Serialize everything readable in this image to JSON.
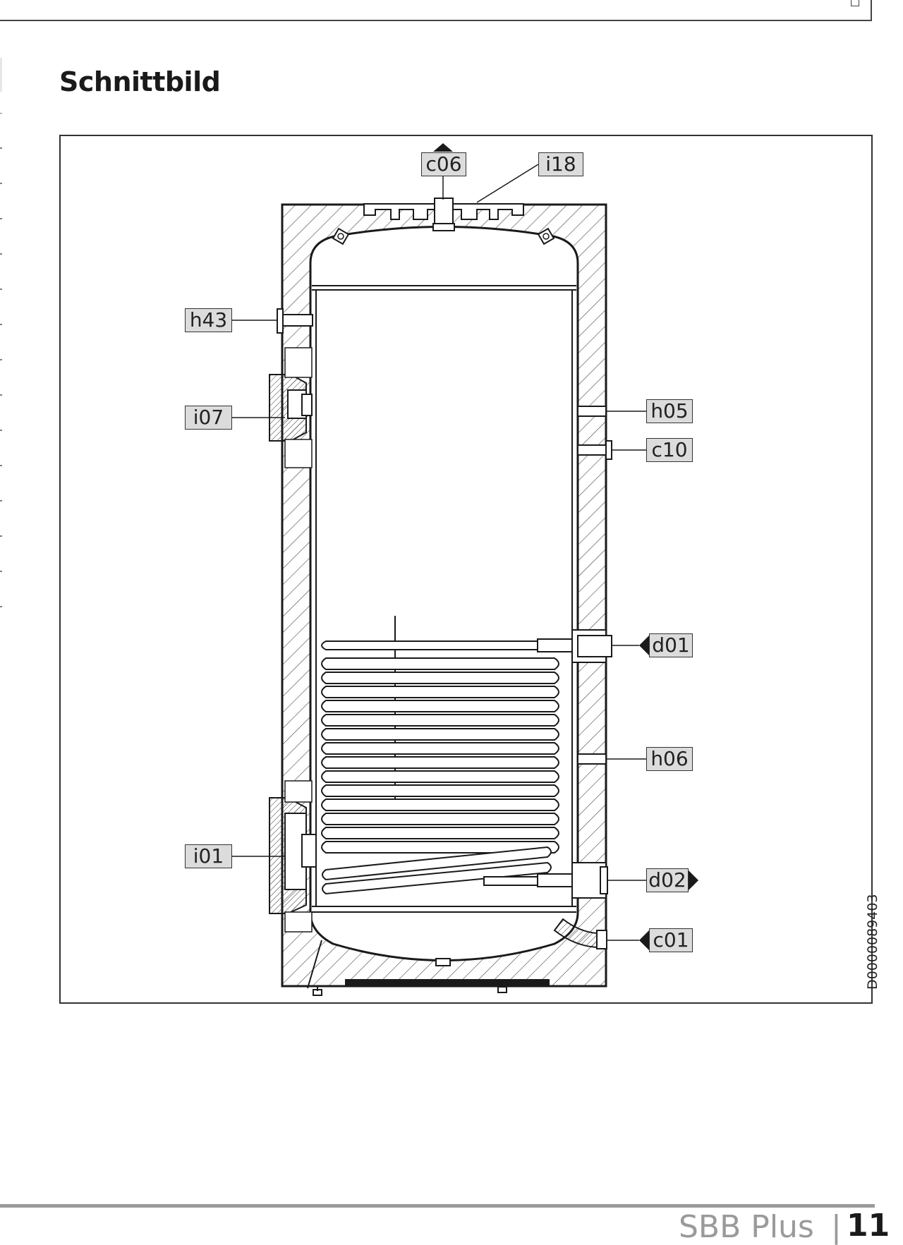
{
  "page": {
    "section_title": "Schnittbild",
    "drawing_id": "D0000089403",
    "footer_product": "SBB Plus",
    "footer_separator": "|",
    "footer_page": "11"
  },
  "diagram": {
    "labels": {
      "c06": "c06",
      "i18": "i18",
      "h43": "h43",
      "i07": "i07",
      "h05": "h05",
      "c10": "c10",
      "d01": "d01",
      "h06": "h06",
      "i01": "i01",
      "d02": "d02",
      "c01": "c01"
    },
    "coil_turns": 14
  }
}
